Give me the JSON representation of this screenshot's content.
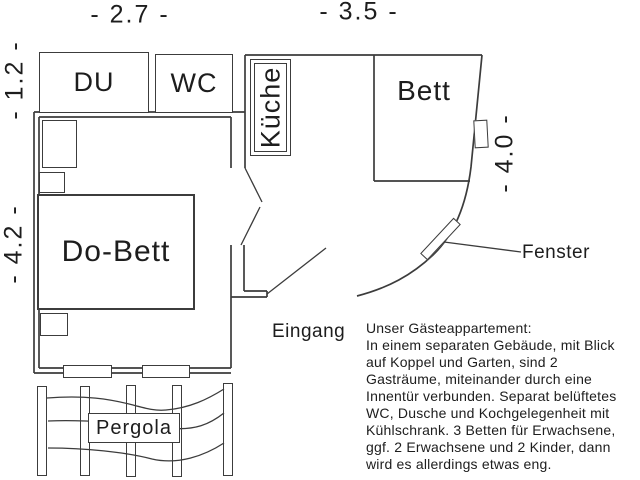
{
  "dimensions": {
    "top_left": "- 2.7 -",
    "top_right": "- 3.5 -",
    "left_upper": "- 1.2 -",
    "left_lower": "- 4.2 -",
    "right_side": "- 4.0 -"
  },
  "rooms": {
    "du": "DU",
    "wc": "WC",
    "kueche": "Küche",
    "bett": "Bett",
    "do_bett": "Do-Bett",
    "pergola": "Pergola"
  },
  "labels": {
    "eingang": "Eingang",
    "fenster": "Fenster"
  },
  "about": {
    "lines": [
      "Unser Gästeappartement:",
      "In einem separaten Gebäude, mit Blick",
      "auf Koppel und Garten, sind 2",
      "Gasträume, miteinander durch eine",
      "Innentür verbunden. Separat belüftetes",
      "WC, Dusche und Kochgelegenheit mit",
      "Kühlschrank. 3 Betten für Erwachsene,",
      "ggf. 2 Erwachsene und 2 Kinder, dann",
      "wird es allerdings etwas eng."
    ]
  },
  "colors": {
    "line": "#3c3c3c",
    "text": "#1d1d1d",
    "background": "#ffffff"
  }
}
